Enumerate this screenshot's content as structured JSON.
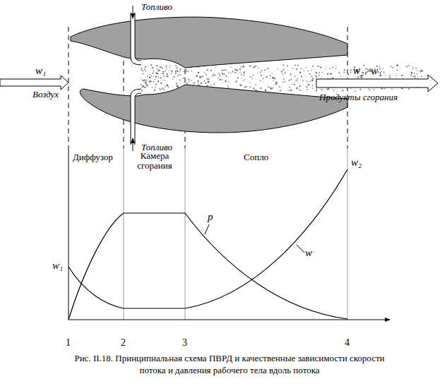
{
  "diagram": {
    "caption": "Рис. II.18. Принципиальная схема ПВРД и качественные зависимости скорости потока и давления рабочего тела вдоль потока",
    "labels": [
      "Топливо",
      "w₁",
      "Воздух",
      "w₂>w₁",
      "Продукты сгорания",
      "Топливо",
      "Диффузор",
      "Камера сгорания",
      "Сопло",
      "w₂",
      "p",
      "w",
      "w₁",
      "1",
      "2",
      "3",
      "4"
    ]
  }
}
